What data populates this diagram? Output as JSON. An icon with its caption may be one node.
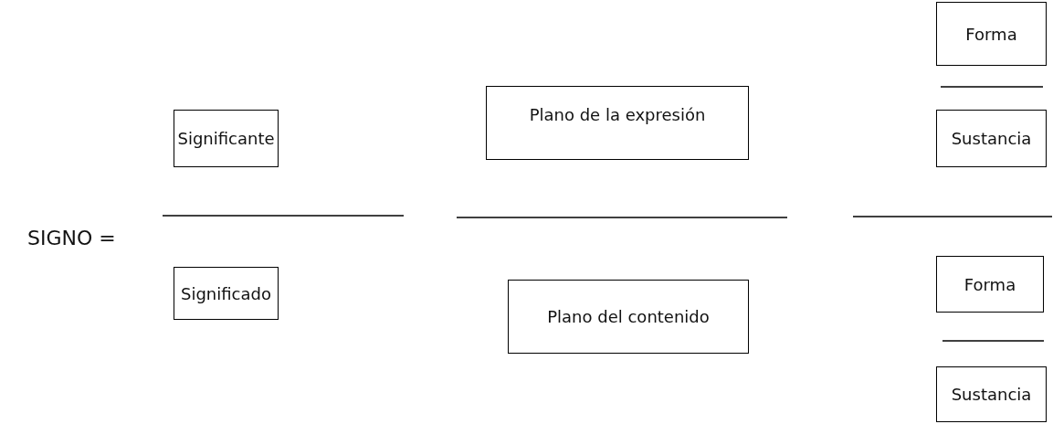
{
  "diagram": {
    "nodes": [
      {
        "text": [
          "Significante"
        ]
      },
      {
        "text": [
          "Significado"
        ]
      },
      {
        "text": [
          "Plano de la expresión"
        ]
      },
      {
        "text": [
          "Plano del contenido"
        ]
      },
      {
        "text": [
          "Forma"
        ]
      },
      {
        "text": [
          "Sustancia"
        ]
      },
      {
        "text": [
          "Forma"
        ]
      },
      {
        "text": [
          "Sustancia"
        ]
      }
    ],
    "labels": [
      "SIGNO ="
    ]
  }
}
